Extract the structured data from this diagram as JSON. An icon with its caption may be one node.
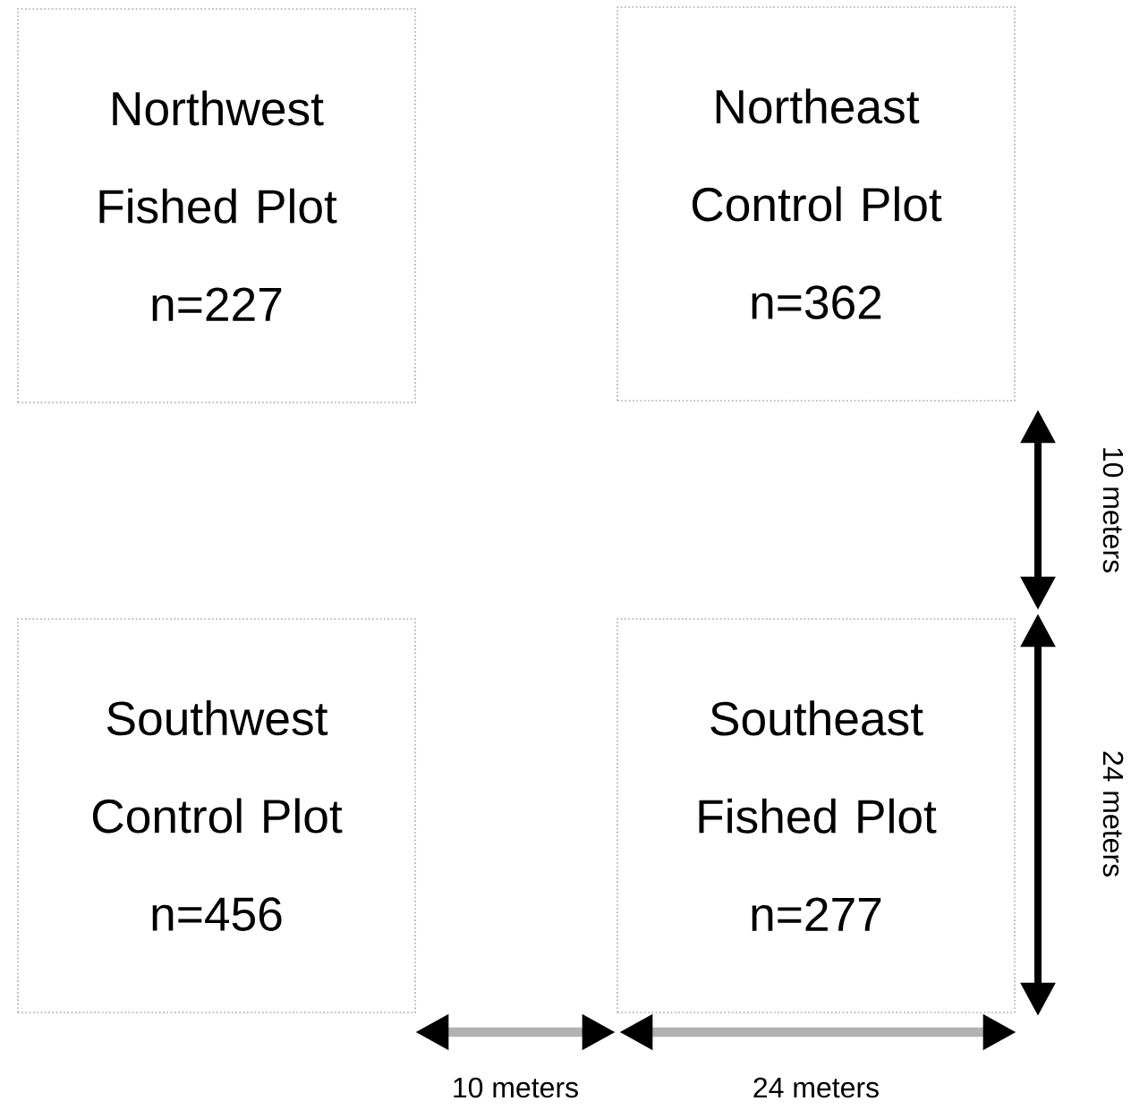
{
  "diagram": {
    "nodes": [
      {
        "text": [
          "Northwest Fished Plot",
          "n=227"
        ]
      },
      {
        "text": [
          "Northeast Control Plot",
          "n=362"
        ]
      },
      {
        "text": [
          "Southwest Control Plot",
          "n=456"
        ]
      },
      {
        "text": [
          "Southeast Fished Plot",
          "n=277"
        ]
      }
    ],
    "labels": [
      "10 meters",
      "24 meters",
      "10 meters",
      "24 meters"
    ]
  }
}
